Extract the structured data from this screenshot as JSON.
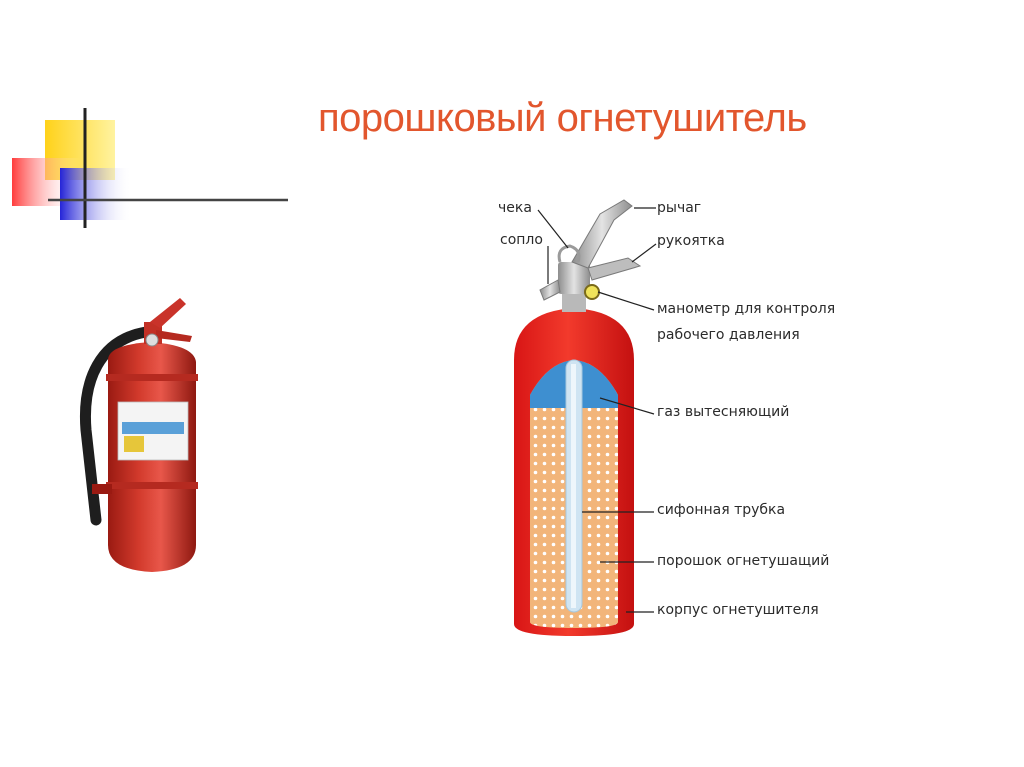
{
  "slide": {
    "title": "порошковый огнетушитель",
    "title_color": "#e2562d"
  },
  "diagram": {
    "labels": {
      "pin": "чека",
      "nozzle": "сопло",
      "lever": "рычаг",
      "handle": "рукоятка",
      "gauge_line1": "манометр для контроля",
      "gauge_line2": "рабочего давления",
      "gas": "газ вытесняющий",
      "siphon": "сифонная трубка",
      "powder": "порошок огнетушащий",
      "body": "корпус огнетушителя"
    },
    "colors": {
      "cylinder_red": "#e8201f",
      "powder": "#f2b57a",
      "gas": "#3e8fd0",
      "tube": "#cfe4f2"
    }
  }
}
